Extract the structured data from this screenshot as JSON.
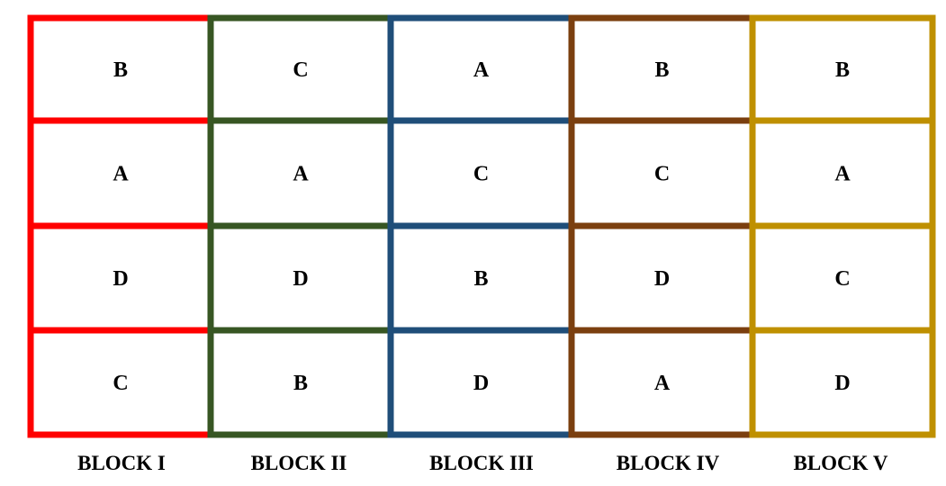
{
  "blocks": [
    {
      "label": "BLOCK I",
      "color": "#ff0000",
      "cells": [
        "B",
        "A",
        "D",
        "C"
      ]
    },
    {
      "label": "BLOCK II",
      "color": "#375623",
      "cells": [
        "C",
        "A",
        "D",
        "B"
      ]
    },
    {
      "label": "BLOCK III",
      "color": "#1f4e79",
      "cells": [
        "A",
        "C",
        "B",
        "D"
      ]
    },
    {
      "label": "BLOCK IV",
      "color": "#7b3f0f",
      "cells": [
        "B",
        "C",
        "D",
        "A"
      ]
    },
    {
      "label": "BLOCK V",
      "color": "#bf9000",
      "cells": [
        "B",
        "A",
        "C",
        "D"
      ]
    }
  ]
}
